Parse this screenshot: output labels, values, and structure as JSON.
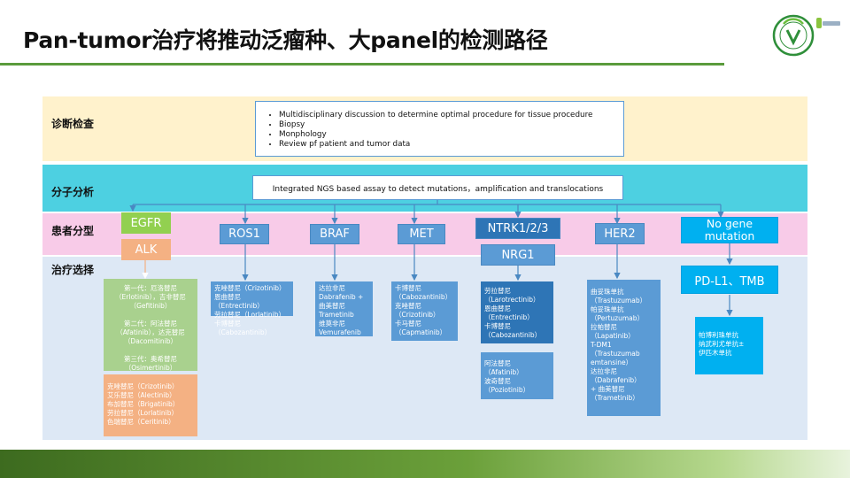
{
  "title": "Pan-tumor治疗将推动泛瘤种、大panel的检测路径",
  "rows": {
    "diagnosis": "诊断检查",
    "molecular": "分子分析",
    "typing": "患者分型",
    "treatment": "治疗选择"
  },
  "diagnosis_items": [
    "Multidisciplinary discussion to determine optimal procedure for tissue  procedure",
    "Biopsy",
    "Monphology",
    "Review pf patient and tumor data"
  ],
  "ngs_text": "Integrated NGS based assay to detect mutations，amplification and translocations",
  "targets": {
    "egfr": "EGFR",
    "alk": "ALK",
    "ros1": "ROS1",
    "braf": "BRAF",
    "met": "MET",
    "ntrk": "NTRK1/2/3",
    "nrg1": "NRG1",
    "her2": "HER2",
    "no_gene": "No gene mutation",
    "pdl1": "PD-L1、TMB"
  },
  "treatments": {
    "egfr": "第一代：厄洛替尼（Erlotinib），吉非替尼（Gefitinib）\n\n第二代：阿法替尼（Afatinib），达克替尼（Dacomitinib）\n\n第三代：奥希替尼（Osimertinib）",
    "alk": "克唑替尼（Crizotinib）\n艾乐替尼（Alectinib）\n布加替尼（Brigatinib）\n劳拉替尼（Lorlatinib）\n色瑞替尼（Ceritinib）",
    "ros1": "克唑替尼（Crizotinib）\n恩曲替尼（Entrectinib）\n劳拉替尼（Lorlatinib）\n卡博替尼\n（Cabozantinib）",
    "braf": "达拉非尼\nDabrafenib +\n曲美替尼\nTrametinib\n维莫非尼\nVemurafenib",
    "met": "卡博替尼\n（Cabozantinib）\n克唑替尼\n（Crizotinib）\n卡马替尼\n（Capmatinib）",
    "ntrk": "劳拉替尼\n（Larotrectinib）\n恩曲替尼\n（Entrectinib）\n卡博替尼\n（Cabozantinib）",
    "nrg1": "阿法替尼\n（Afatinib）\n波奇替尼\n（Poziotinib）",
    "her2": "曲妥珠单抗\n（Trastuzumab）\n帕妥珠单抗\n（Pertuzumab）\n拉帕替尼\n（Lapatinib）\nT-DM1\n（Trastuzumab\nemtansine）\n达拉非尼\n（Dabrafenib）\n+ 曲美替尼\n（Trametinib）",
    "io": "帕博利珠单抗\n纳武利尤单抗±\n伊匹木单抗"
  },
  "colors": {
    "band_yellow": "#fff2cc",
    "band_teal": "#4dd0e1",
    "band_pink": "#f8cbe8",
    "band_lightblue": "#dde8f5",
    "blue": "#5b9bd5",
    "dark_blue": "#2e75b6",
    "bright_blue": "#00b0f0",
    "green": "#92d050",
    "orange": "#f4b183",
    "accent_green": "#5a9b3c"
  }
}
